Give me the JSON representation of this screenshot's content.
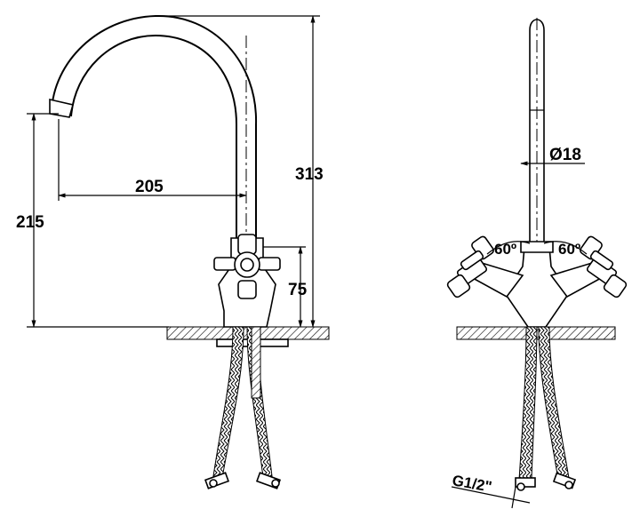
{
  "dimensions": {
    "height_total": "313",
    "reach": "205",
    "height_to_spout": "215",
    "handle_height": "75",
    "tube_diameter": "Ø18",
    "handle_angle_left": "60º",
    "handle_angle_right": "60º",
    "thread": "G1/2\""
  }
}
